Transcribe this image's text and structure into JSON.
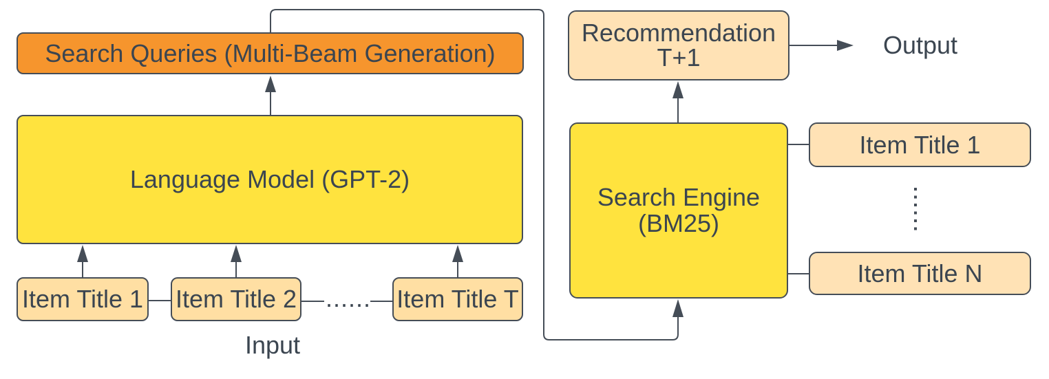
{
  "colors": {
    "orange": "#F6952D",
    "yellow": "#FFE33E",
    "peach_left": "#FFDFA3",
    "peach_right": "#FFE2B5",
    "stroke": "#454D57",
    "text": "#3B4550"
  },
  "left_column": {
    "search_queries_label": "Search Queries (Multi-Beam Generation)",
    "language_model_label": "Language Model (GPT-2)",
    "item_titles": [
      "Item Title 1",
      "Item Title 2",
      "Item Title T"
    ],
    "ellipsis_dots": "......",
    "input_label": "Input"
  },
  "right_column": {
    "recommendation_line1": "Recommendation",
    "recommendation_line2": "T+1",
    "output_label": "Output",
    "search_engine_line1": "Search Engine",
    "search_engine_line2": "(BM25)",
    "item_titles": [
      "Item Title 1",
      "Item Title N"
    ]
  }
}
